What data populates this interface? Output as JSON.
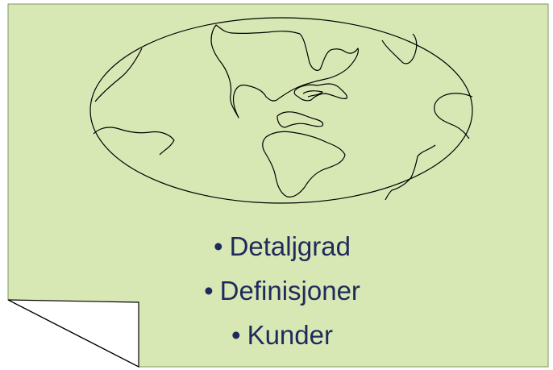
{
  "colors": {
    "paper": "#d8e8b4",
    "outline": "#000000",
    "text": "#1f2a5c"
  },
  "icons": {
    "sheet": "folded-paper-icon",
    "globe": "world-map-icon"
  },
  "bullet_glyph": "•",
  "bullets": [
    {
      "label": "Detaljgrad"
    },
    {
      "label": "Definisjoner"
    },
    {
      "label": "Kunder"
    }
  ]
}
